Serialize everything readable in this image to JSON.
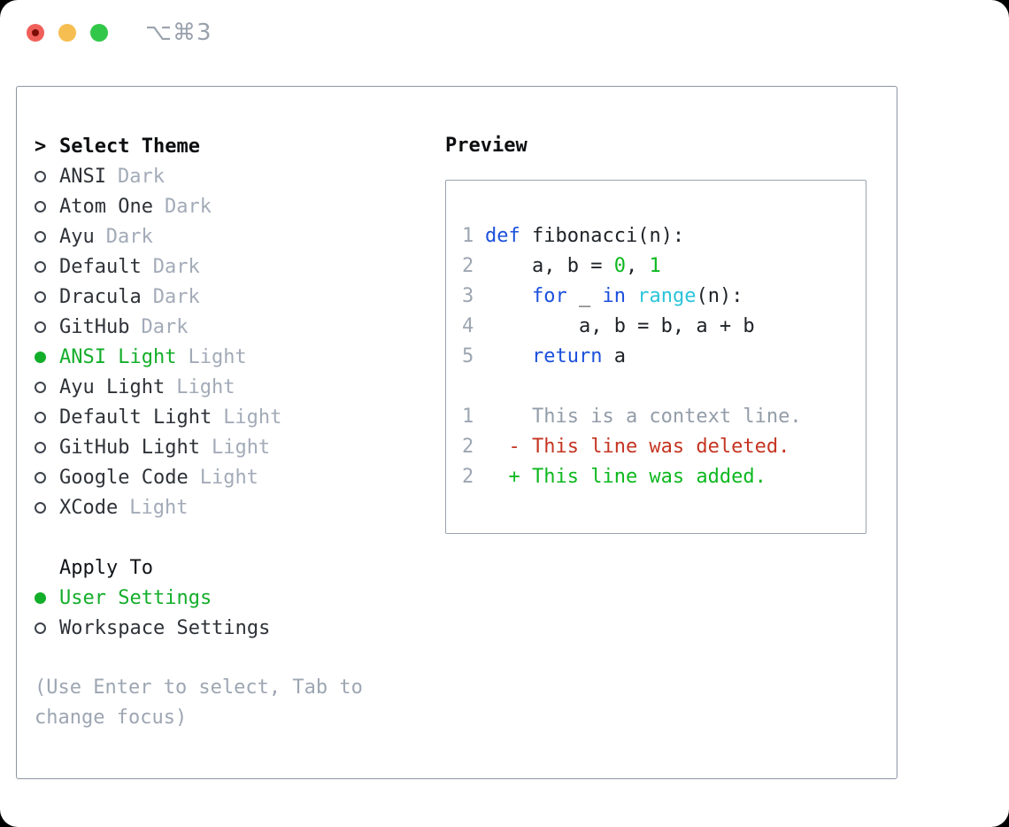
{
  "window": {
    "shortcut": "⌥⌘3"
  },
  "theme_picker": {
    "cursor": ">",
    "title": "Select Theme",
    "items": [
      {
        "name": "ANSI",
        "tag": "Dark",
        "selected": false
      },
      {
        "name": "Atom One",
        "tag": "Dark",
        "selected": false
      },
      {
        "name": "Ayu",
        "tag": "Dark",
        "selected": false
      },
      {
        "name": "Default",
        "tag": "Dark",
        "selected": false
      },
      {
        "name": "Dracula",
        "tag": "Dark",
        "selected": false
      },
      {
        "name": "GitHub",
        "tag": "Dark",
        "selected": false
      },
      {
        "name": "ANSI Light",
        "tag": "Light",
        "selected": true
      },
      {
        "name": "Ayu Light",
        "tag": "Light",
        "selected": false
      },
      {
        "name": "Default Light",
        "tag": "Light",
        "selected": false
      },
      {
        "name": "GitHub Light",
        "tag": "Light",
        "selected": false
      },
      {
        "name": "Google Code",
        "tag": "Light",
        "selected": false
      },
      {
        "name": "XCode",
        "tag": "Light",
        "selected": false
      }
    ],
    "apply_to": {
      "title": "Apply To",
      "options": [
        {
          "name": "User Settings",
          "selected": true
        },
        {
          "name": "Workspace Settings",
          "selected": false
        }
      ]
    },
    "hint": "(Use Enter to select, Tab to change focus)"
  },
  "preview": {
    "title": "Preview",
    "code_lines": [
      {
        "num": "1",
        "segments": [
          {
            "text": "def",
            "color": "keyword"
          },
          {
            "text": " fibonacci(n):",
            "color": "plain"
          }
        ]
      },
      {
        "num": "2",
        "segments": [
          {
            "text": "    a, b = ",
            "color": "plain"
          },
          {
            "text": "0",
            "color": "number"
          },
          {
            "text": ", ",
            "color": "plain"
          },
          {
            "text": "1",
            "color": "number"
          }
        ]
      },
      {
        "num": "3",
        "segments": [
          {
            "text": "    ",
            "color": "plain"
          },
          {
            "text": "for",
            "color": "keyword"
          },
          {
            "text": " _ ",
            "color": "plain"
          },
          {
            "text": "in",
            "color": "keyword"
          },
          {
            "text": " ",
            "color": "plain"
          },
          {
            "text": "range",
            "color": "builtin"
          },
          {
            "text": "(n):",
            "color": "plain"
          }
        ]
      },
      {
        "num": "4",
        "segments": [
          {
            "text": "        a, b = b, a + b",
            "color": "plain"
          }
        ]
      },
      {
        "num": "5",
        "segments": [
          {
            "text": "    ",
            "color": "plain"
          },
          {
            "text": "return",
            "color": "keyword"
          },
          {
            "text": " a",
            "color": "plain"
          }
        ]
      },
      {
        "num": "",
        "segments": []
      },
      {
        "num": "1",
        "segments": [
          {
            "text": "    This is a context line.",
            "color": "context"
          }
        ]
      },
      {
        "num": "2",
        "segments": [
          {
            "text": "  - This line was deleted.",
            "color": "deleted"
          }
        ]
      },
      {
        "num": "2",
        "segments": [
          {
            "text": "  + This line was added.",
            "color": "added"
          }
        ]
      }
    ]
  },
  "colors": {
    "accent_green": "#13ae2a",
    "keyword_blue": "#1b50dc",
    "builtin_cyan": "#29c4d9",
    "number_green": "#0db81f",
    "deleted_red": "#c53522",
    "muted_gray": "#9da6b2"
  }
}
